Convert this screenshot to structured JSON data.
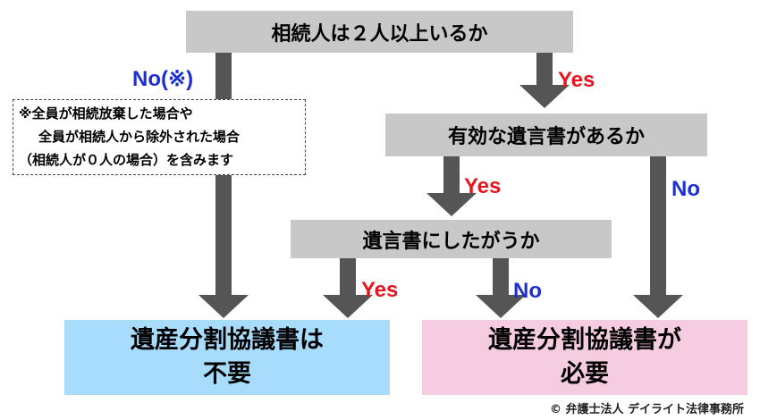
{
  "nodes": {
    "q1": "相続人は２人以上いるか",
    "q2": "有効な遺言書があるか",
    "q3": "遺言書にしたがうか",
    "result_not_required": [
      "遺産分割協議書は",
      "不要"
    ],
    "result_required": [
      "遺産分割協議書が",
      "必要"
    ]
  },
  "edge_labels": {
    "q1_no": "No(※)",
    "q1_yes": "Yes",
    "q2_yes": "Yes",
    "q2_no": "No",
    "q3_yes": "Yes",
    "q3_no": "No"
  },
  "note": {
    "lines": [
      "※全員が相続放棄した場合や",
      "全員が相続人から除外された場合",
      "（相続人が０人の場合）を含みます"
    ]
  },
  "credit": "© 弁護士法人 デイライト法律事務所",
  "colors": {
    "question_box": "#c8c8c8",
    "arrow": "#555555",
    "result_not_required": "#a8dcfc",
    "result_required": "#f6cde0",
    "yes_label": "#e8141e",
    "no_label": "#1c2fd0"
  }
}
